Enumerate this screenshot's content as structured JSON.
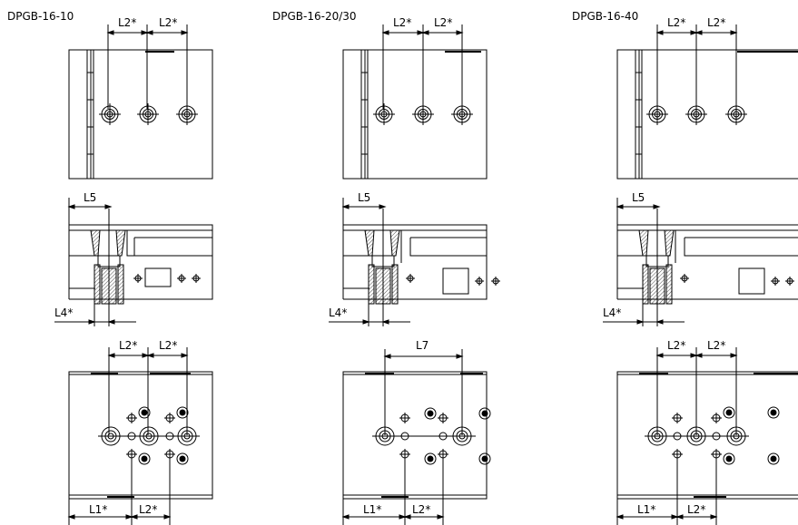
{
  "titles": {
    "left": "DPGB-16-10",
    "middle": "DPGB-16-20/30",
    "right": "DPGB-16-40"
  },
  "labels": {
    "l1": "L1*",
    "l2": "L2*",
    "l4": "L4*",
    "l5": "L5",
    "l7": "L7"
  },
  "colors": {
    "line": "#000000",
    "hatch": "#000000",
    "background": "#ffffff"
  }
}
